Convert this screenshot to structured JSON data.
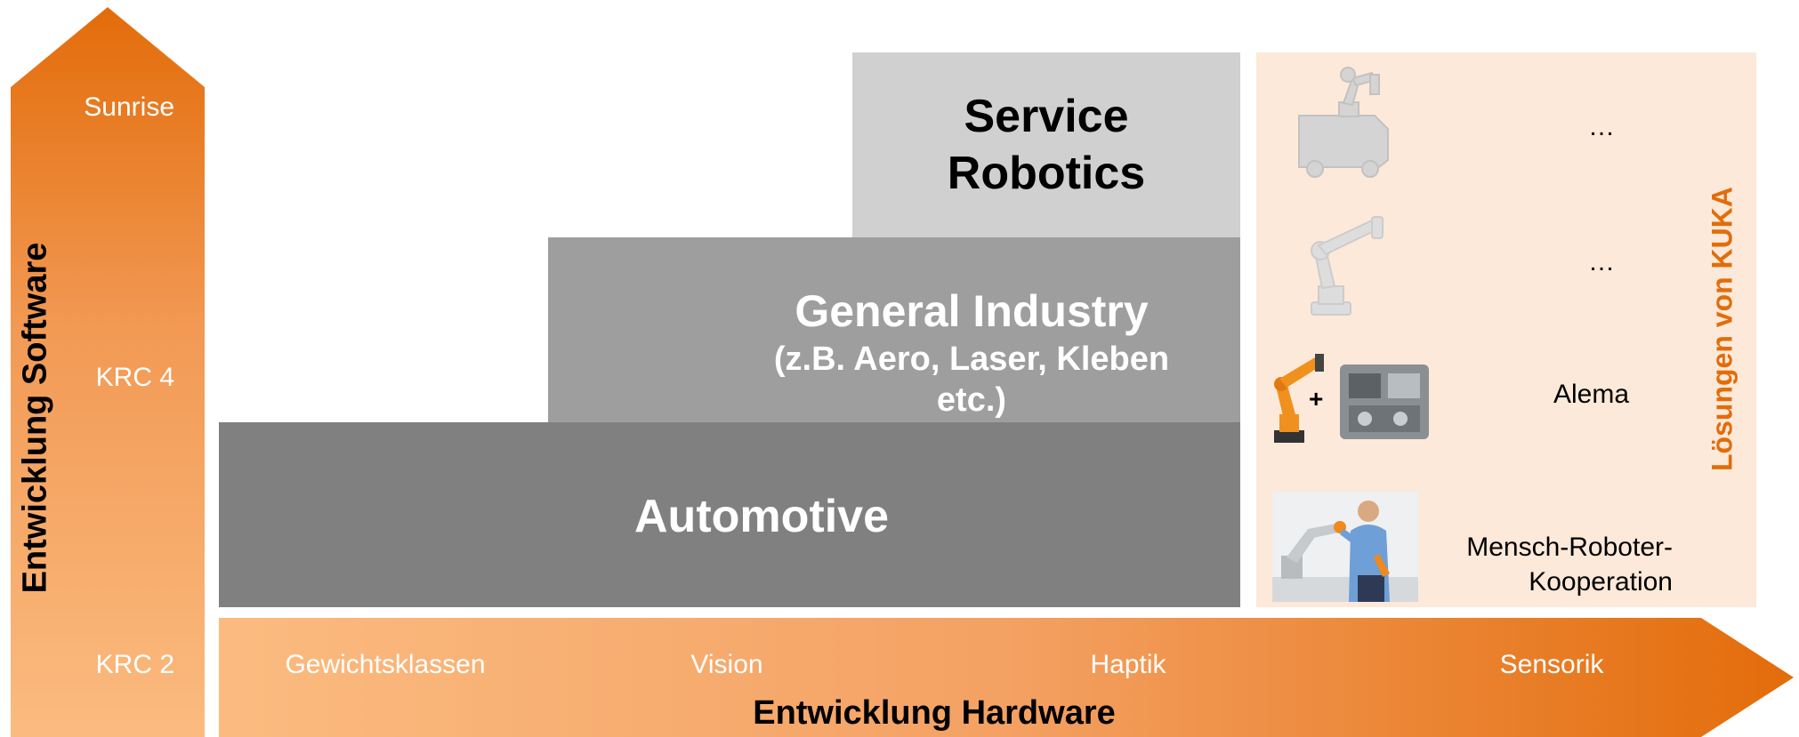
{
  "software_axis": {
    "title": "Entwicklung Software",
    "levels": [
      "Sunrise",
      "KRC 4",
      "KRC 2"
    ]
  },
  "hardware_axis": {
    "title": "Entwicklung Hardware",
    "levels": [
      "Gewichtsklassen",
      "Vision",
      "Haptik",
      "Sensorik"
    ]
  },
  "blocks": {
    "service": {
      "line1": "Service",
      "line2": "Robotics"
    },
    "general": {
      "title": "General Industry",
      "subtitle": "(z.B. Aero, Laser, Kleben etc.)"
    },
    "automotive": {
      "title": "Automotive"
    }
  },
  "solutions": {
    "title": "Lösungen von KUKA",
    "items": [
      {
        "label": "…",
        "icon": "mobile-robot-icon"
      },
      {
        "label": "…",
        "icon": "industrial-robot-icon"
      },
      {
        "label": "Alema",
        "icon": "robot-plus-machine-icon",
        "plus": "+"
      },
      {
        "label_line1": "Mensch-Roboter-",
        "label_line2": "Kooperation",
        "icon": "human-robot-photo"
      }
    ]
  },
  "colors": {
    "accent_orange": "#E36C0A",
    "light_orange": "#FBBB80",
    "solutions_bg": "#FDE9D9",
    "service_gray": "#D0D0D0",
    "general_gray": "#9E9E9E",
    "automotive_gray": "#808080"
  }
}
